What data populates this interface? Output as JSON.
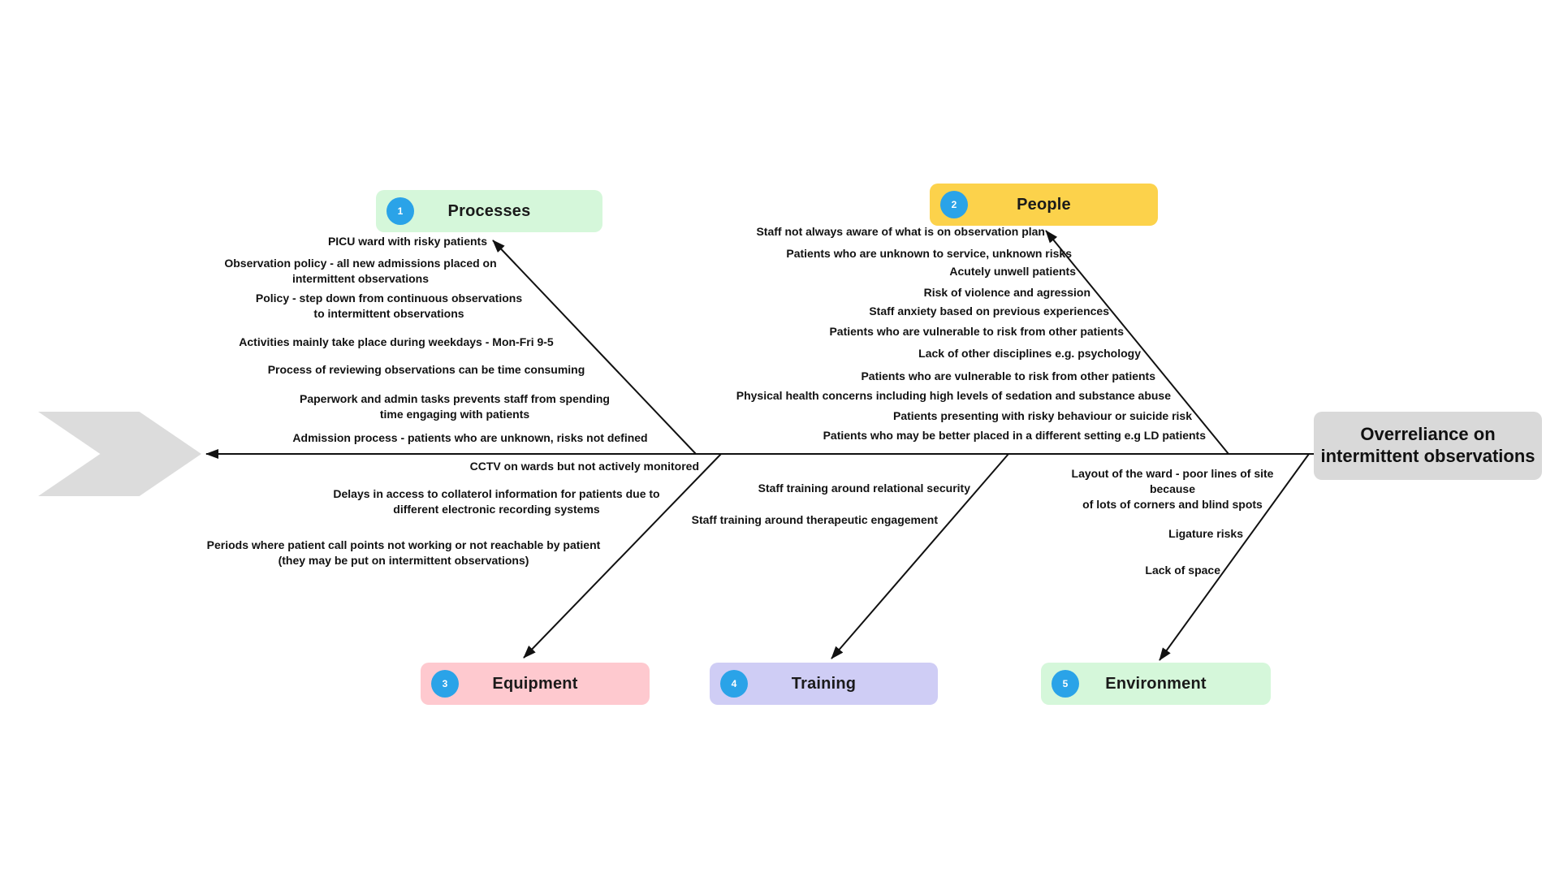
{
  "diagram": {
    "type": "fishbone",
    "effect_label": "Overreliance on intermittent observations"
  },
  "colors": {
    "processes_box": "#d5f7da",
    "people_box": "#fcd24b",
    "equipment_box": "#fec9cf",
    "training_box": "#cfcdf5",
    "environment_box": "#d5f7da",
    "effect_box": "#d9d9d9",
    "number_badge": "#2aa3e8",
    "line": "#111111"
  },
  "categories": [
    {
      "number": "1",
      "label": "Processes"
    },
    {
      "number": "2",
      "label": "People"
    },
    {
      "number": "3",
      "label": "Equipment"
    },
    {
      "number": "4",
      "label": "Training"
    },
    {
      "number": "5",
      "label": "Environment"
    }
  ],
  "causes": {
    "processes": [
      "PICU ward with risky patients",
      "Observation policy - all new admissions placed on\nintermittent observations",
      "Policy - step down from continuous observations\nto intermittent observations",
      "Activities mainly take place during weekdays - Mon-Fri 9-5",
      "Process of reviewing observations can be time consuming",
      "Paperwork  and admin tasks prevents staff from spending\ntime engaging with patients",
      "Admission process - patients who are unknown, risks not defined"
    ],
    "people": [
      "Staff not always aware of what is on observation plan",
      "Patients who are unknown to service, unknown risks",
      "Acutely unwell patients",
      "Risk of  violence and agression",
      "Staff anxiety based on previous experiences",
      "Patients who are vulnerable to risk from other patients",
      "Lack of other disciplines e.g. psychology",
      "Patients who are vulnerable to risk from other patients",
      "Physical health concerns including high levels of sedation and substance abuse",
      "Patients presenting with risky behaviour or suicide risk",
      "Patients who may be better placed in a different setting e.g LD patients"
    ],
    "equipment": [
      "CCTV on wards but not actively monitored",
      "Delays in access to collaterol information for patients due to\ndifferent electronic recording systems",
      "Periods where patient call points not working  or not reachable by patient\n(they may be put on intermittent observations)"
    ],
    "training": [
      "Staff training around relational security",
      "Staff training around therapeutic engagement"
    ],
    "environment": [
      "Layout of the ward - poor lines of site because\nof lots of corners and blind spots",
      "Ligature risks",
      "Lack of space"
    ]
  }
}
